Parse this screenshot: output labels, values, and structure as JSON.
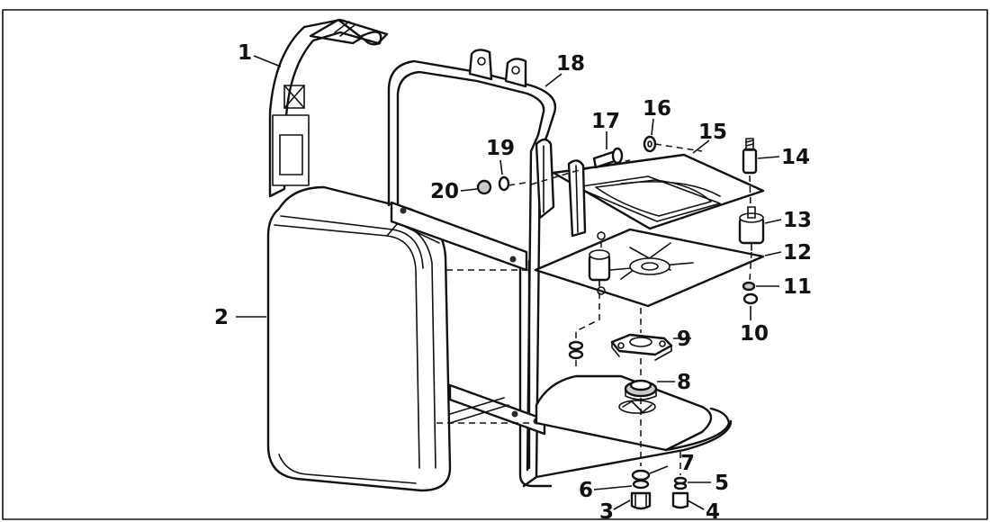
{
  "diagram": {
    "type": "exploded parts drawing",
    "callouts": {
      "c1": "1",
      "c2": "2",
      "c3": "3",
      "c4": "4",
      "c5": "5",
      "c6": "6",
      "c7": "7",
      "c8": "8",
      "c9": "9",
      "c10": "10",
      "c11": "11",
      "c12": "12",
      "c13": "13",
      "c14": "14",
      "c15": "15",
      "c16": "16",
      "c17": "17",
      "c18": "18",
      "c19": "19",
      "c20": "20"
    }
  }
}
